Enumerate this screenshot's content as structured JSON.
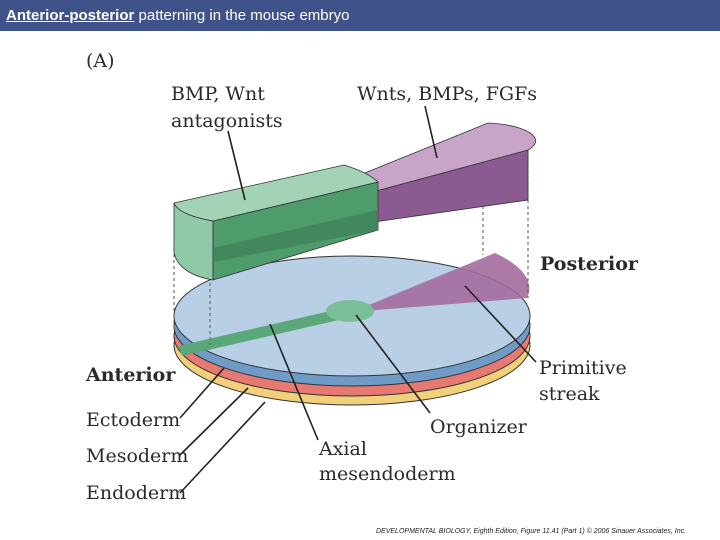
{
  "slide": {
    "title_bold": "Anterior-posterior",
    "title_rest": "patterning in the mouse embryo"
  },
  "figure": {
    "panel": "(A)",
    "anterior_signal_line1": "BMP, Wnt",
    "anterior_signal_line2": "antagonists",
    "posterior_signal": "Wnts, BMPs, FGFs",
    "posterior": "Posterior",
    "anterior": "Anterior",
    "primitive_streak_line1": "Primitive",
    "primitive_streak_line2": "streak",
    "organizer": "Organizer",
    "axial_line1": "Axial",
    "axial_line2": "mesendoderm",
    "ectoderm": "Ectoderm",
    "mesoderm": "Mesoderm",
    "endoderm": "Endoderm",
    "credit": "DEVELOPMENTAL BIOLOGY, Eighth Edition, Figure 11.41 (Part 1) © 2006 Sinauer Associates, Inc."
  },
  "colors": {
    "title_bar": "#3f5289",
    "ectoderm": "#b8cfe6",
    "mesoderm": "#e67a72",
    "endoderm": "#f2cf7a",
    "anterior_signal": "#8fc9a8",
    "posterior_signal": "#a878a8",
    "axial": "#5aa87a"
  }
}
